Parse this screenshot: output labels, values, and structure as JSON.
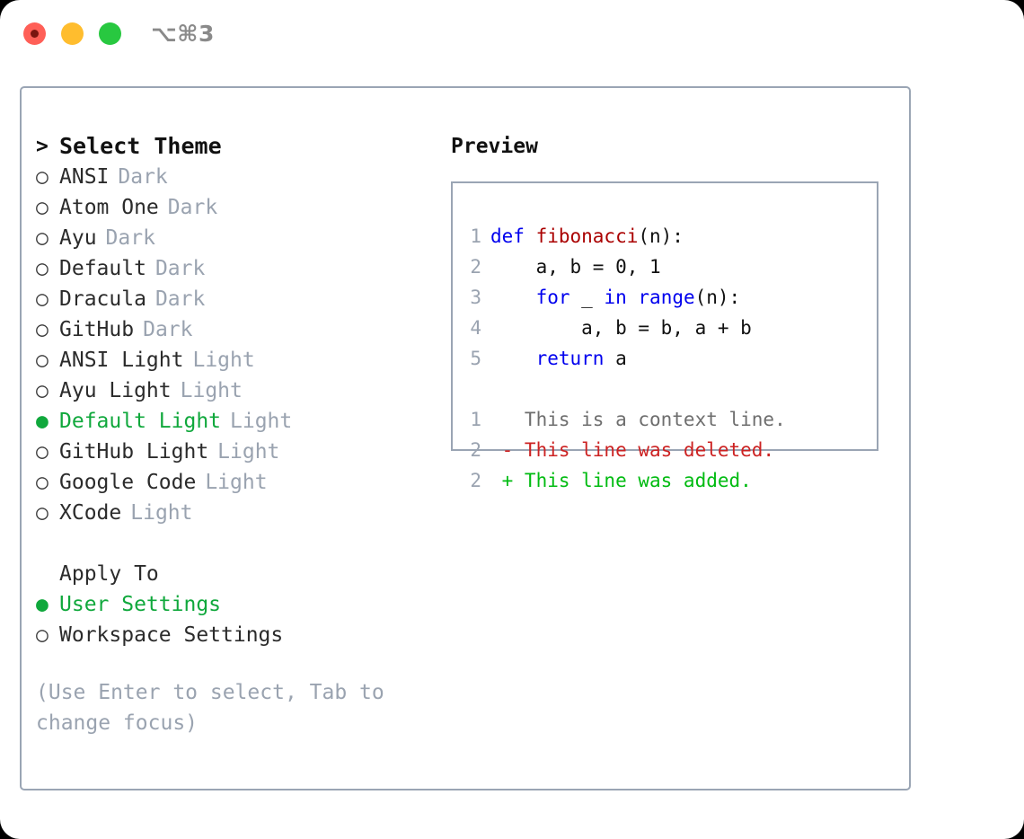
{
  "titlebar": {
    "shortcut": "⌥⌘3",
    "lights": [
      {
        "name": "close",
        "color": "#ff5f57"
      },
      {
        "name": "minimize",
        "color": "#ffbd2e"
      },
      {
        "name": "maximize",
        "color": "#28c840"
      }
    ]
  },
  "theme_list": {
    "caret": ">",
    "heading": "Select Theme",
    "marker_off": "○",
    "marker_on": "●",
    "items": [
      {
        "label": "ANSI",
        "suffix": "Dark",
        "selected": false
      },
      {
        "label": "Atom One",
        "suffix": "Dark",
        "selected": false
      },
      {
        "label": "Ayu",
        "suffix": "Dark",
        "selected": false
      },
      {
        "label": "Default",
        "suffix": "Dark",
        "selected": false
      },
      {
        "label": "Dracula",
        "suffix": "Dark",
        "selected": false
      },
      {
        "label": "GitHub",
        "suffix": "Dark",
        "selected": false
      },
      {
        "label": "ANSI Light",
        "suffix": "Light",
        "selected": false
      },
      {
        "label": "Ayu Light",
        "suffix": "Light",
        "selected": false
      },
      {
        "label": "Default Light",
        "suffix": "Light",
        "selected": true
      },
      {
        "label": "GitHub Light",
        "suffix": "Light",
        "selected": false
      },
      {
        "label": "Google Code",
        "suffix": "Light",
        "selected": false
      },
      {
        "label": "XCode",
        "suffix": "Light",
        "selected": false
      }
    ]
  },
  "apply_to": {
    "heading": "Apply To",
    "items": [
      {
        "label": "User Settings",
        "selected": true
      },
      {
        "label": "Workspace Settings",
        "selected": false
      }
    ]
  },
  "hint": "(Use Enter to select, Tab to change focus)",
  "preview": {
    "title": "Preview",
    "code": [
      {
        "ln": "1",
        "tokens": [
          {
            "t": "def ",
            "c": "kw"
          },
          {
            "t": "fibonacci",
            "c": "fn"
          },
          {
            "t": "(n):",
            "c": "plain"
          }
        ]
      },
      {
        "ln": "2",
        "tokens": [
          {
            "t": "    a, b = 0, 1",
            "c": "plain"
          }
        ]
      },
      {
        "ln": "3",
        "tokens": [
          {
            "t": "    ",
            "c": "plain"
          },
          {
            "t": "for",
            "c": "kw"
          },
          {
            "t": " _ ",
            "c": "plain"
          },
          {
            "t": "in",
            "c": "kw"
          },
          {
            "t": " ",
            "c": "plain"
          },
          {
            "t": "range",
            "c": "kw"
          },
          {
            "t": "(n):",
            "c": "plain"
          }
        ]
      },
      {
        "ln": "4",
        "tokens": [
          {
            "t": "        a, b = b, a + b",
            "c": "plain"
          }
        ]
      },
      {
        "ln": "5",
        "tokens": [
          {
            "t": "    ",
            "c": "plain"
          },
          {
            "t": "return",
            "c": "kw"
          },
          {
            "t": " a",
            "c": "plain"
          }
        ]
      }
    ],
    "diff": [
      {
        "ln": "1",
        "sign": " ",
        "text": " This is a context line.",
        "kind": "ctx"
      },
      {
        "ln": "2",
        "sign": "-",
        "text": " This line was deleted.",
        "kind": "del"
      },
      {
        "ln": "2",
        "sign": "+",
        "text": " This line was added.",
        "kind": "add"
      }
    ]
  },
  "colors": {
    "selected_green": "#10a83c",
    "muted": "#9aa3b0",
    "border": "#9aa5b4",
    "keyword": "#0000ee",
    "function": "#aa0000",
    "diff_deleted": "#cc2222",
    "diff_added": "#00bb11"
  }
}
